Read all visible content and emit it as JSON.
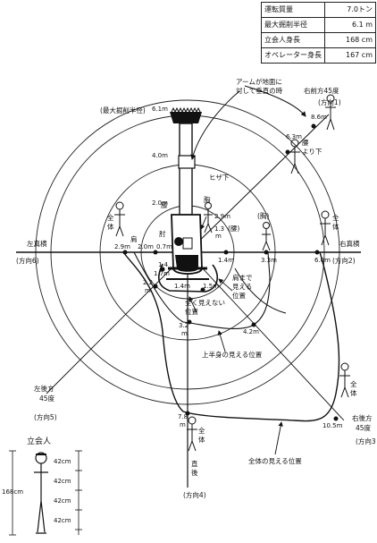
{
  "spec_table": [
    {
      "label": "運転質量",
      "value": "7.0トン"
    },
    {
      "label": "最大掘削半径",
      "value": "6.1 m"
    },
    {
      "label": "立会人身長",
      "value": "168 cm"
    },
    {
      "label": "オペレーター身長",
      "value": "167 cm"
    }
  ],
  "labels": {
    "max_radius": "(最大掘削半径)",
    "arm_note_l1": "アームが地面に",
    "arm_note_l2": "対して垂直の時",
    "knee_down": "ヒザ下",
    "waist_up_l1": "腰",
    "waist_up_l2": "より下",
    "chest": "胸",
    "knee_small": "膝",
    "elbow": "肘",
    "shoulder": "肩",
    "waist_paren": "(腰)",
    "neck_paren": "(胸)",
    "full1": "全",
    "full2": "体",
    "left_side": "左真横",
    "right_side": "右真横",
    "dir6": "(方向6)",
    "dir2": "(方向2)",
    "dir1": "(方向1)",
    "right_front_45": "右前方45度",
    "left_rear_l1": "左後方",
    "left_rear_l2": "45度",
    "dir5": "(方向5)",
    "right_rear_l1": "右後方",
    "right_rear_l2": "45度",
    "dir3": "(方向3",
    "dir4": "(方向4)",
    "straight_back_l1": "直",
    "straight_back_l2": "後",
    "not_visible_l1": "全く見えない",
    "not_visible_l2": "位置",
    "shoulder_vis_l1": "肩まで",
    "shoulder_vis_l2": "見える",
    "shoulder_vis_l3": "位置",
    "upper_body": "上半身の見える位置",
    "whole_body": "全体の見える位置",
    "witness": "立会人",
    "height_168": "168cm",
    "seg": "42cm"
  },
  "distances": {
    "d61": "6.1m",
    "d40": "4.0m",
    "d20": "2.0m",
    "d86": "8.6m",
    "d63": "6.3m",
    "d29": "2.9m",
    "d13": "1.3",
    "dm": "m",
    "d29b": "2.9m",
    "d20b": "2.0m",
    "d07": "0.7m",
    "d14": "1.4m",
    "d33": "3.3m",
    "d60": "6.0m",
    "d22": "2.2",
    "d17": "1.7m",
    "d14b": "1.4",
    "d14c": "1.4m",
    "d15": "1.5m",
    "d32": "3.2",
    "d42": "4.2m",
    "d78": "7.8",
    "d105": "10.5m"
  }
}
